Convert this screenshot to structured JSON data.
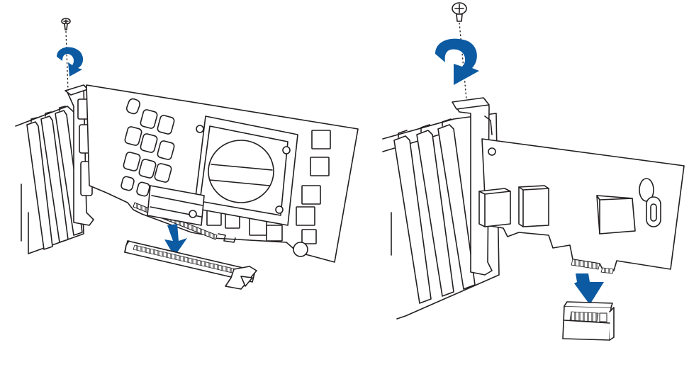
{
  "colors": {
    "line": "#231f20",
    "arrow": "#0b5aa2",
    "fill": "#ffffff",
    "contacts": "#8a8a8a"
  },
  "icons": {
    "rotate": "curved-rotation-arrow-icon",
    "insert": "down-arrow-icon",
    "screw": "screw-icon"
  },
  "left_panel": {
    "subject": "graphics-card",
    "slot": "pcie-x16-slot"
  },
  "right_panel": {
    "subject": "pcie-x1-expansion-card",
    "slot": "pcie-x1-slot"
  }
}
